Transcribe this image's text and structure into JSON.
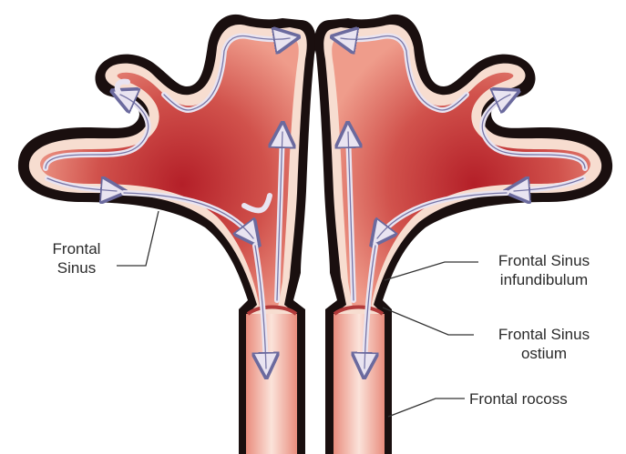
{
  "labels": {
    "frontal_sinus": {
      "line1": "Frontal",
      "line2": "Sinus"
    },
    "infundibulum": {
      "line1": "Frontal Sinus",
      "line2": "infundibulum"
    },
    "ostium": {
      "line1": "Frontal Sinus",
      "line2": "ostium"
    },
    "recess": {
      "line1": "Frontal rocoss"
    }
  },
  "colors": {
    "outline": "#1a0f0f",
    "outer_halo": "#f4d6c8",
    "mucosa_light": "#eb9585",
    "mucosa_dark": "#b8232b",
    "arrow_fill": "#e9e4f1",
    "arrow_stroke": "#6b6a9e",
    "leader_line": "#333333"
  },
  "icons": {
    "flow_arrows": "mucociliary-flow-arrow"
  }
}
